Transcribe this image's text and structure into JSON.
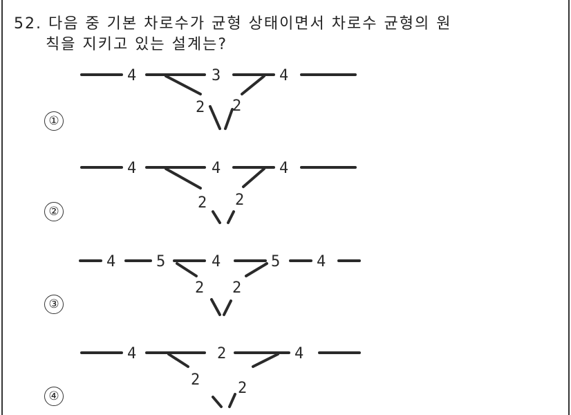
{
  "question": {
    "line1": "52. 다음 중 기본 차로수가 균형 상태이면서 차로수 균형의 원",
    "line2": "칙을 지키고 있는 설계는?"
  },
  "options": [
    {
      "label": "①",
      "lanes": {
        "main_left": "4",
        "main_mid": "3",
        "main_right": "4",
        "ramp_off": "2",
        "ramp_on": "2"
      }
    },
    {
      "label": "②",
      "lanes": {
        "main_left": "4",
        "main_mid": "4",
        "main_right": "4",
        "ramp_off": "2",
        "ramp_on": "2"
      }
    },
    {
      "label": "③",
      "lanes": {
        "main_left": "4",
        "main_left_inner": "5",
        "main_mid": "4",
        "main_right_inner": "5",
        "main_right": "4",
        "ramp_off": "2",
        "ramp_on": "2"
      }
    },
    {
      "label": "④",
      "lanes": {
        "main_left": "4",
        "main_mid": "2",
        "main_right": "4",
        "ramp_off": "2",
        "ramp_on": "2"
      }
    }
  ]
}
